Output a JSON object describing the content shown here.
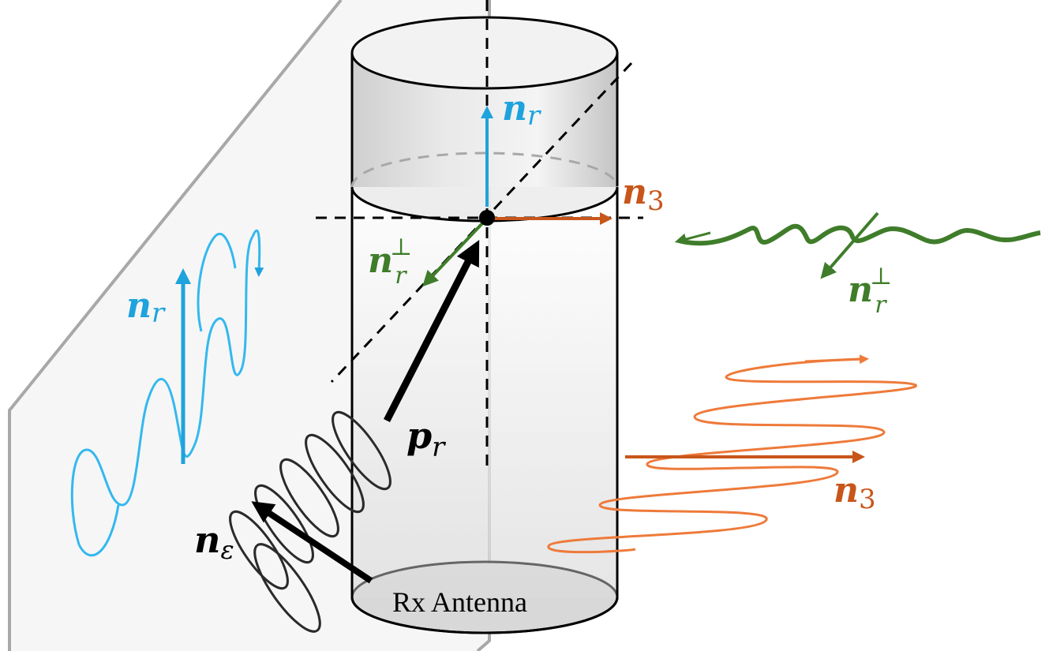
{
  "colors": {
    "blue": "#1ea3dc",
    "light_blue": "#33b8ee",
    "orange": "#c8561a",
    "light_orange": "#ee7a3a",
    "green": "#3f7d2a",
    "black": "#000000",
    "plane_fill": "#f6f6f6",
    "plane_edge": "#a8a8a8"
  },
  "labels": {
    "nr_top": {
      "base": "n",
      "sub": "r"
    },
    "n3_top": {
      "base": "n",
      "sub": "3"
    },
    "nr_perp_center": {
      "base": "n",
      "sub": "r",
      "sup": "⊥"
    },
    "nr_left": {
      "base": "n",
      "sub": "r"
    },
    "nr_perp_right": {
      "base": "n",
      "sub": "r",
      "sup": "⊥"
    },
    "pr": {
      "base": "p",
      "sub": "r"
    },
    "n3_right": {
      "base": "n",
      "sub": "3"
    },
    "n_eps": {
      "base": "n",
      "sub": "ε"
    },
    "antenna": "Rx Antenna"
  }
}
